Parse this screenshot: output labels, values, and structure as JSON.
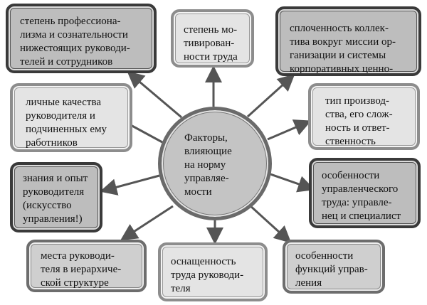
{
  "center": {
    "text": "Факторы,\nвлияющие\nна норму\nуправляе-\nмости"
  },
  "factors": [
    {
      "text": "степень профессиона-\nлизма и сознательности\nнижестоящих руководи-\nтелей и сотрудников"
    },
    {
      "text": "степень мо-\nтивирован-\nности труда"
    },
    {
      "text": "сплоченность коллек-\nтива вокруг миссии ор-\nганизации и системы\nкорпоративных ценно-"
    },
    {
      "text": "личные качества\nруководителя и\nподчиненных ему\nработников"
    },
    {
      "text": "тип производ-\nства, его слож-\nность и ответ-\nственность"
    },
    {
      "text": "знания и опыт\nруководителя\n(искусство\nуправления!)"
    },
    {
      "text": "особенности\nуправленческого\nтруда: управле-\nнец и специалист"
    },
    {
      "text": "места руководи-\nтеля в иерархиче-\nской структуре"
    },
    {
      "text": "оснащенность\nтруда руководи-\nтеля"
    },
    {
      "text": "особенности\nфункций управ-\nления"
    }
  ]
}
